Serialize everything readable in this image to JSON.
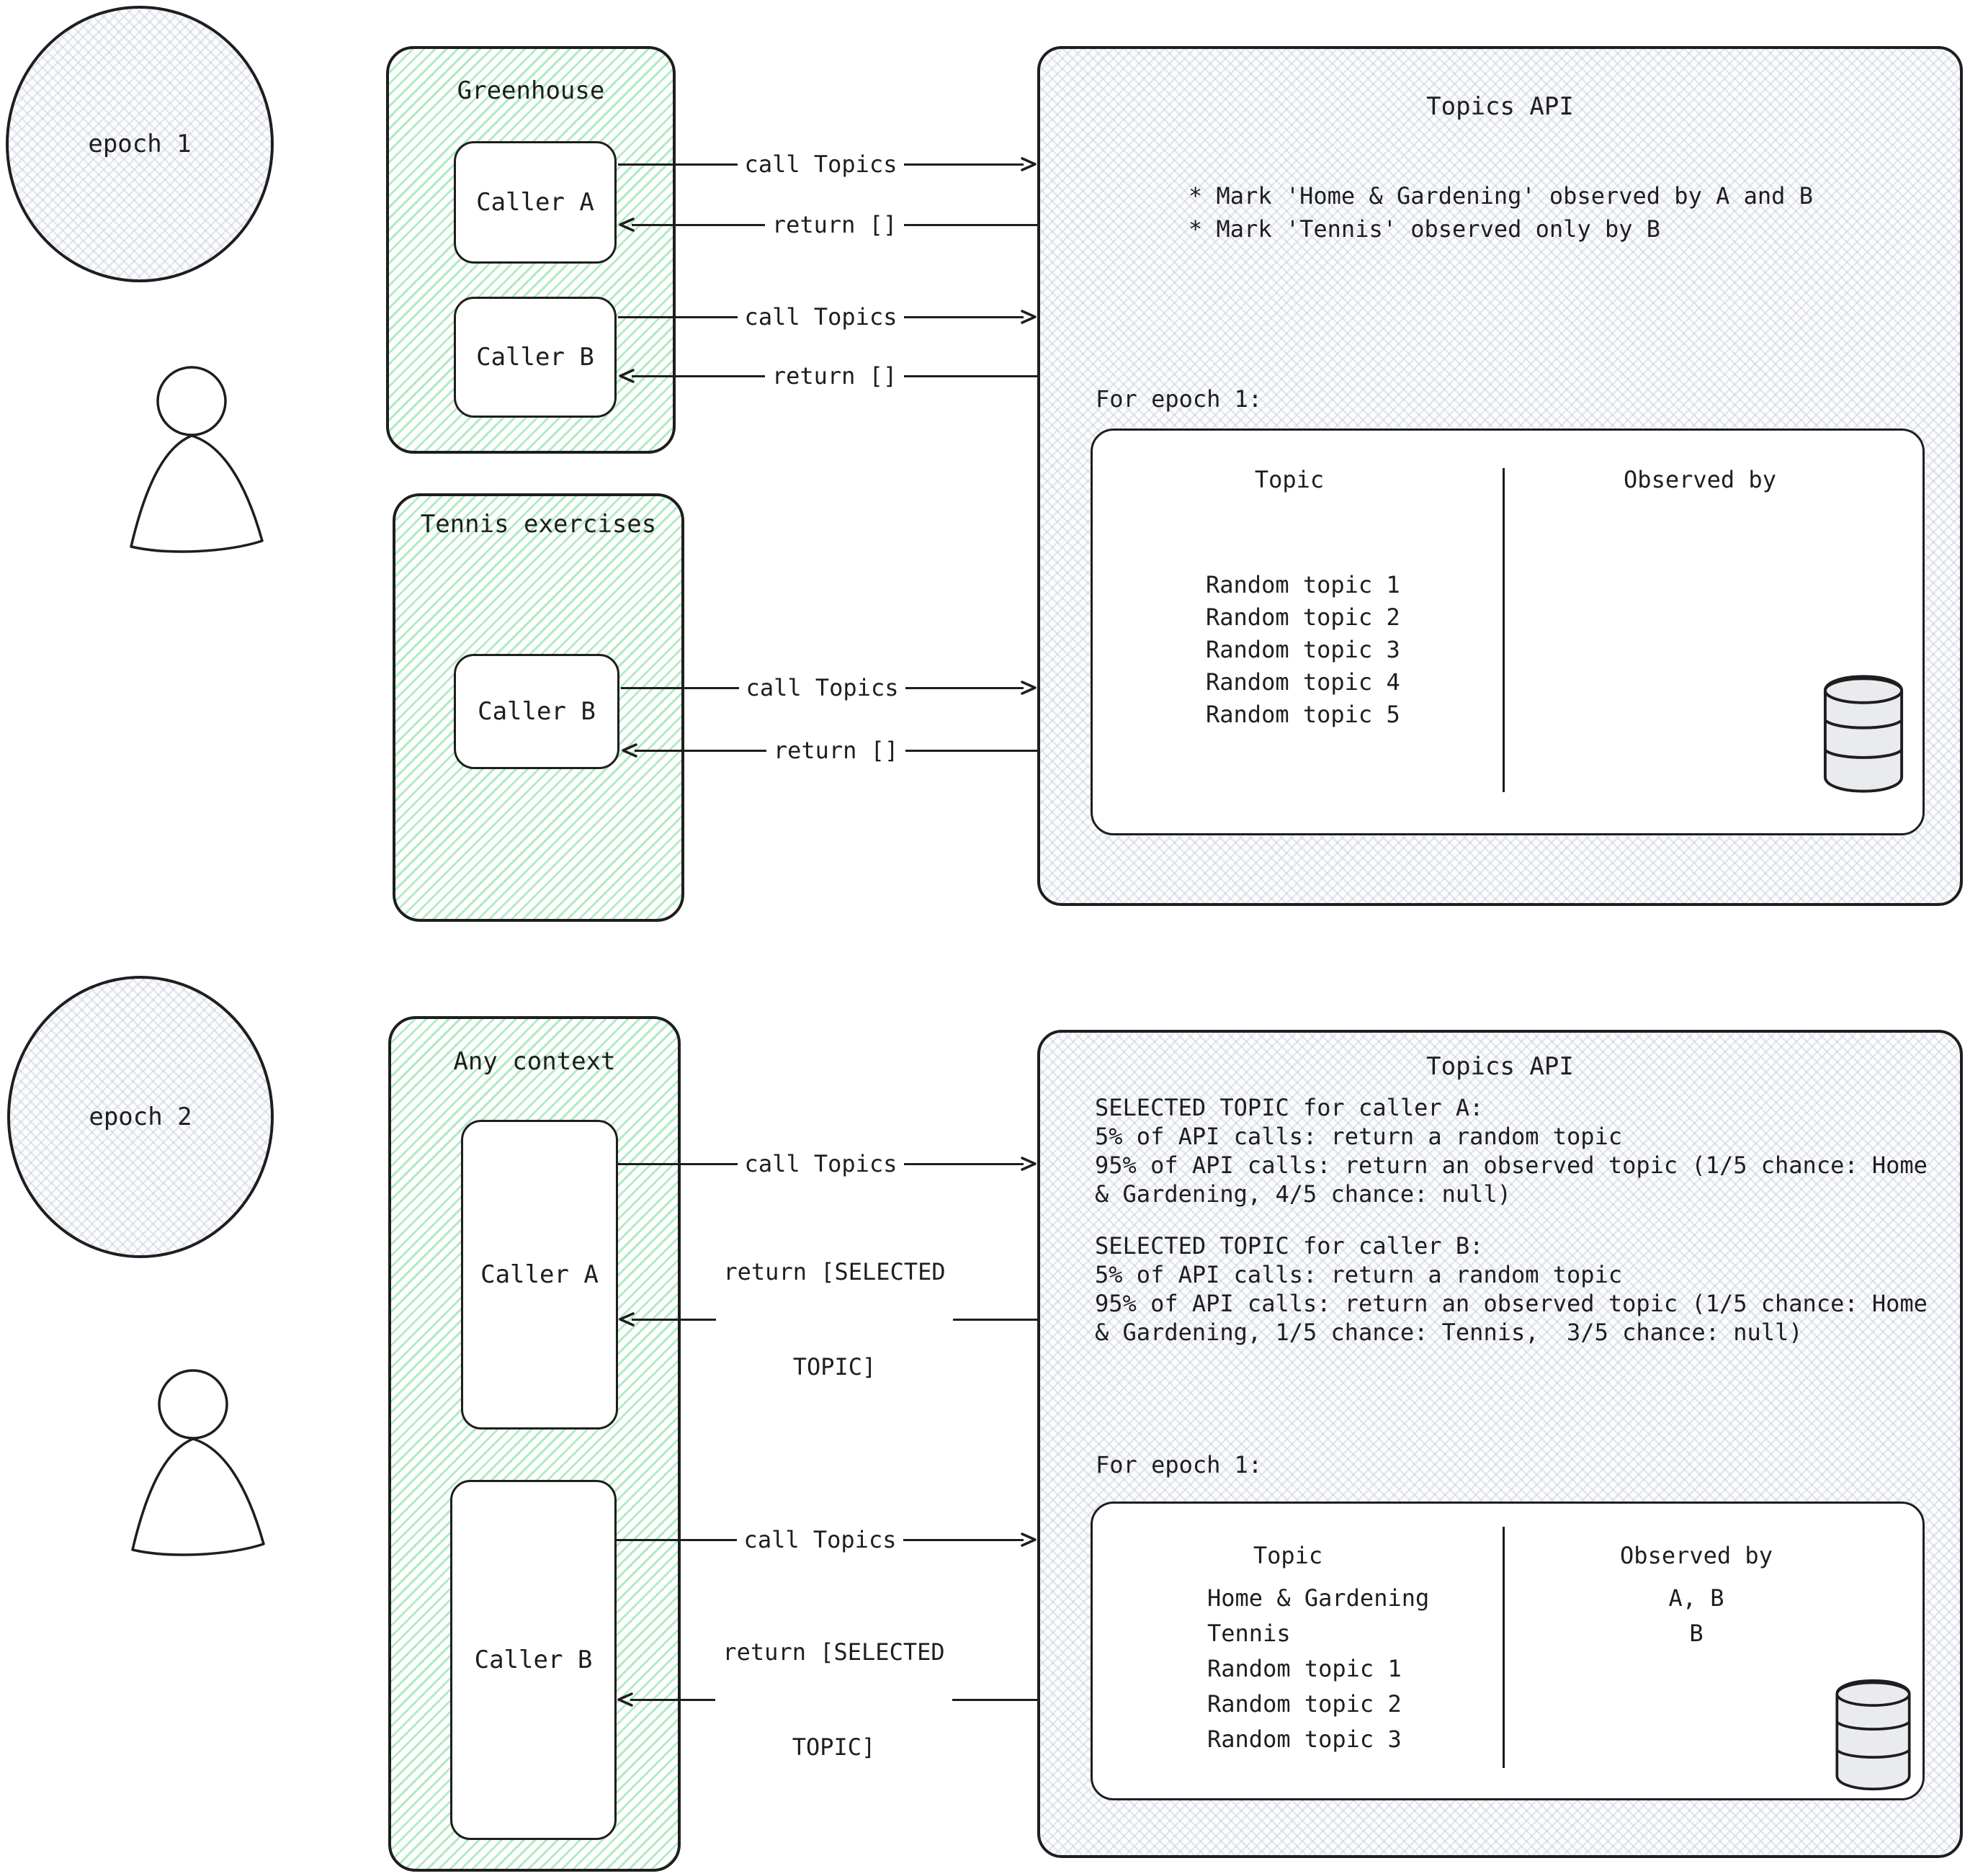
{
  "colors": {
    "stroke": "#1e1e1e",
    "green_hatch": "#96e4b0",
    "gray_hatch": "#bbc4d6",
    "cylinder_fill": "#e9ebef"
  },
  "epoch1": {
    "label": "epoch 1",
    "greenhouse": {
      "title": "Greenhouse",
      "caller_a": "Caller A",
      "caller_b": "Caller B"
    },
    "tennis": {
      "title": "Tennis exercises",
      "caller_b": "Caller B"
    },
    "arrows": {
      "call": "call Topics",
      "ret": "return []"
    },
    "api": {
      "title": "Topics API",
      "bullets": [
        "* Mark 'Home & Gardening' observed by A and B",
        "* Mark 'Tennis' observed only by B"
      ],
      "caption": "For epoch 1:",
      "table": {
        "topic_header": "Topic",
        "observed_header": "Observed by",
        "rows": [
          {
            "topic": "Random topic 1",
            "observed": ""
          },
          {
            "topic": "Random topic 2",
            "observed": ""
          },
          {
            "topic": "Random topic 3",
            "observed": ""
          },
          {
            "topic": "Random topic 4",
            "observed": ""
          },
          {
            "topic": "Random topic 5",
            "observed": ""
          }
        ]
      }
    }
  },
  "epoch2": {
    "label": "epoch 2",
    "context": {
      "title": "Any context",
      "caller_a": "Caller A",
      "caller_b": "Caller B"
    },
    "arrows": {
      "call": "call Topics",
      "ret_line1": "return [SELECTED",
      "ret_line2": "TOPIC]"
    },
    "api": {
      "title": "Topics API",
      "policy_a": [
        "SELECTED TOPIC for caller A:",
        "5% of API calls: return a random topic",
        "95% of API calls: return an observed topic (1/5 chance: Home",
        "& Gardening, 4/5 chance: null)"
      ],
      "policy_b": [
        "SELECTED TOPIC for caller B:",
        "5% of API calls: return a random topic",
        "95% of API calls: return an observed topic (1/5 chance: Home",
        "& Gardening, 1/5 chance: Tennis,  3/5 chance: null)"
      ],
      "caption": "For epoch 1:",
      "table": {
        "topic_header": "Topic",
        "observed_header": "Observed by",
        "rows": [
          {
            "topic": "Home & Gardening",
            "observed": "A, B"
          },
          {
            "topic": "Tennis",
            "observed": "B"
          },
          {
            "topic": "Random topic 1",
            "observed": ""
          },
          {
            "topic": "Random topic 2",
            "observed": ""
          },
          {
            "topic": "Random topic 3",
            "observed": ""
          }
        ]
      }
    }
  }
}
